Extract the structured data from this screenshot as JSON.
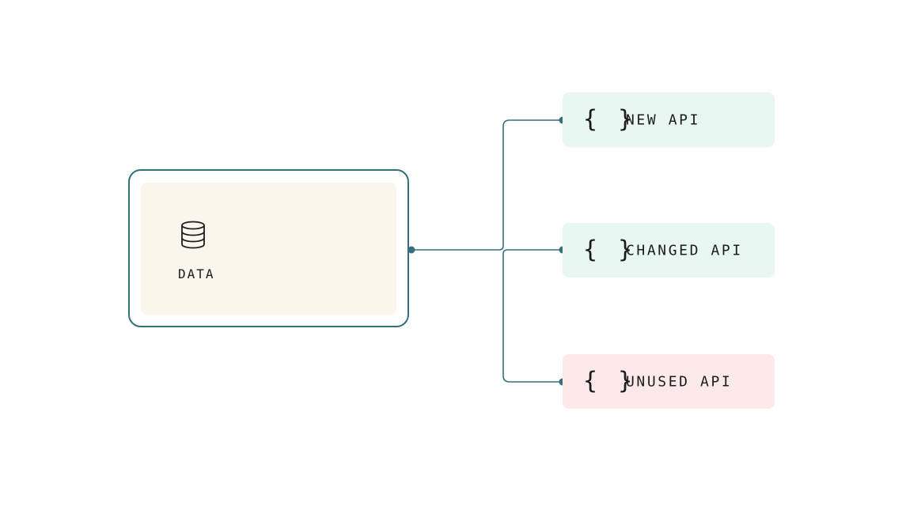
{
  "data_node": {
    "label": "DATA",
    "icon": "database-icon"
  },
  "api_nodes": [
    {
      "label": "NEW API",
      "icon": "braces-icon",
      "braces": "{ }",
      "color": "#e8f7f1"
    },
    {
      "label": "CHANGED API",
      "icon": "braces-icon",
      "braces": "{ }",
      "color": "#e8f7f1"
    },
    {
      "label": "UNUSED API",
      "icon": "braces-icon",
      "braces": "{ }",
      "color": "#fde9ea"
    }
  ],
  "colors": {
    "connector": "#356f7f",
    "data_box_border": "#356f7f",
    "data_box_fill": "#faf6ec"
  }
}
